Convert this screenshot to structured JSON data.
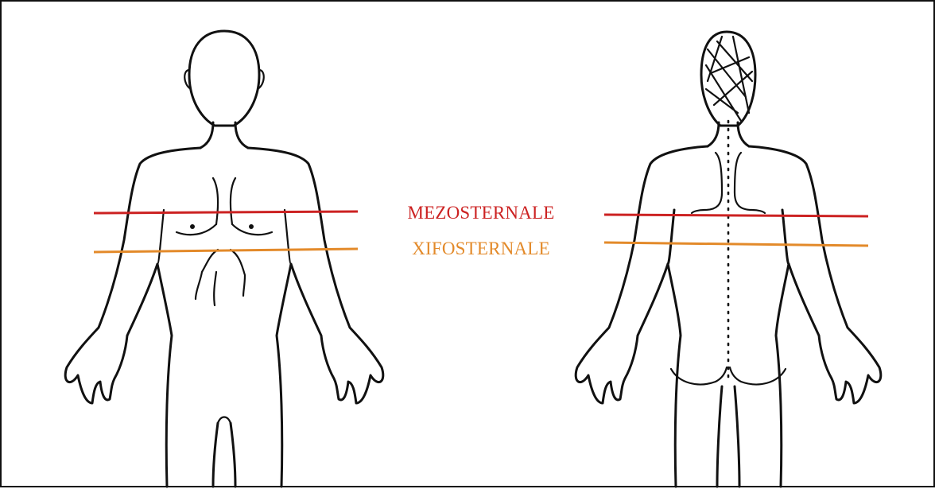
{
  "colors": {
    "mezosternale": "#cc2222",
    "xifosternale": "#e38a2a",
    "ink": "#111111",
    "background": "#ffffff"
  },
  "labels": {
    "mezosternale": "MEZOSTERNALE",
    "xifosternale": "XIFOSTERNALE"
  },
  "figures": {
    "front": "anterior-view-body",
    "back": "posterior-view-body"
  }
}
